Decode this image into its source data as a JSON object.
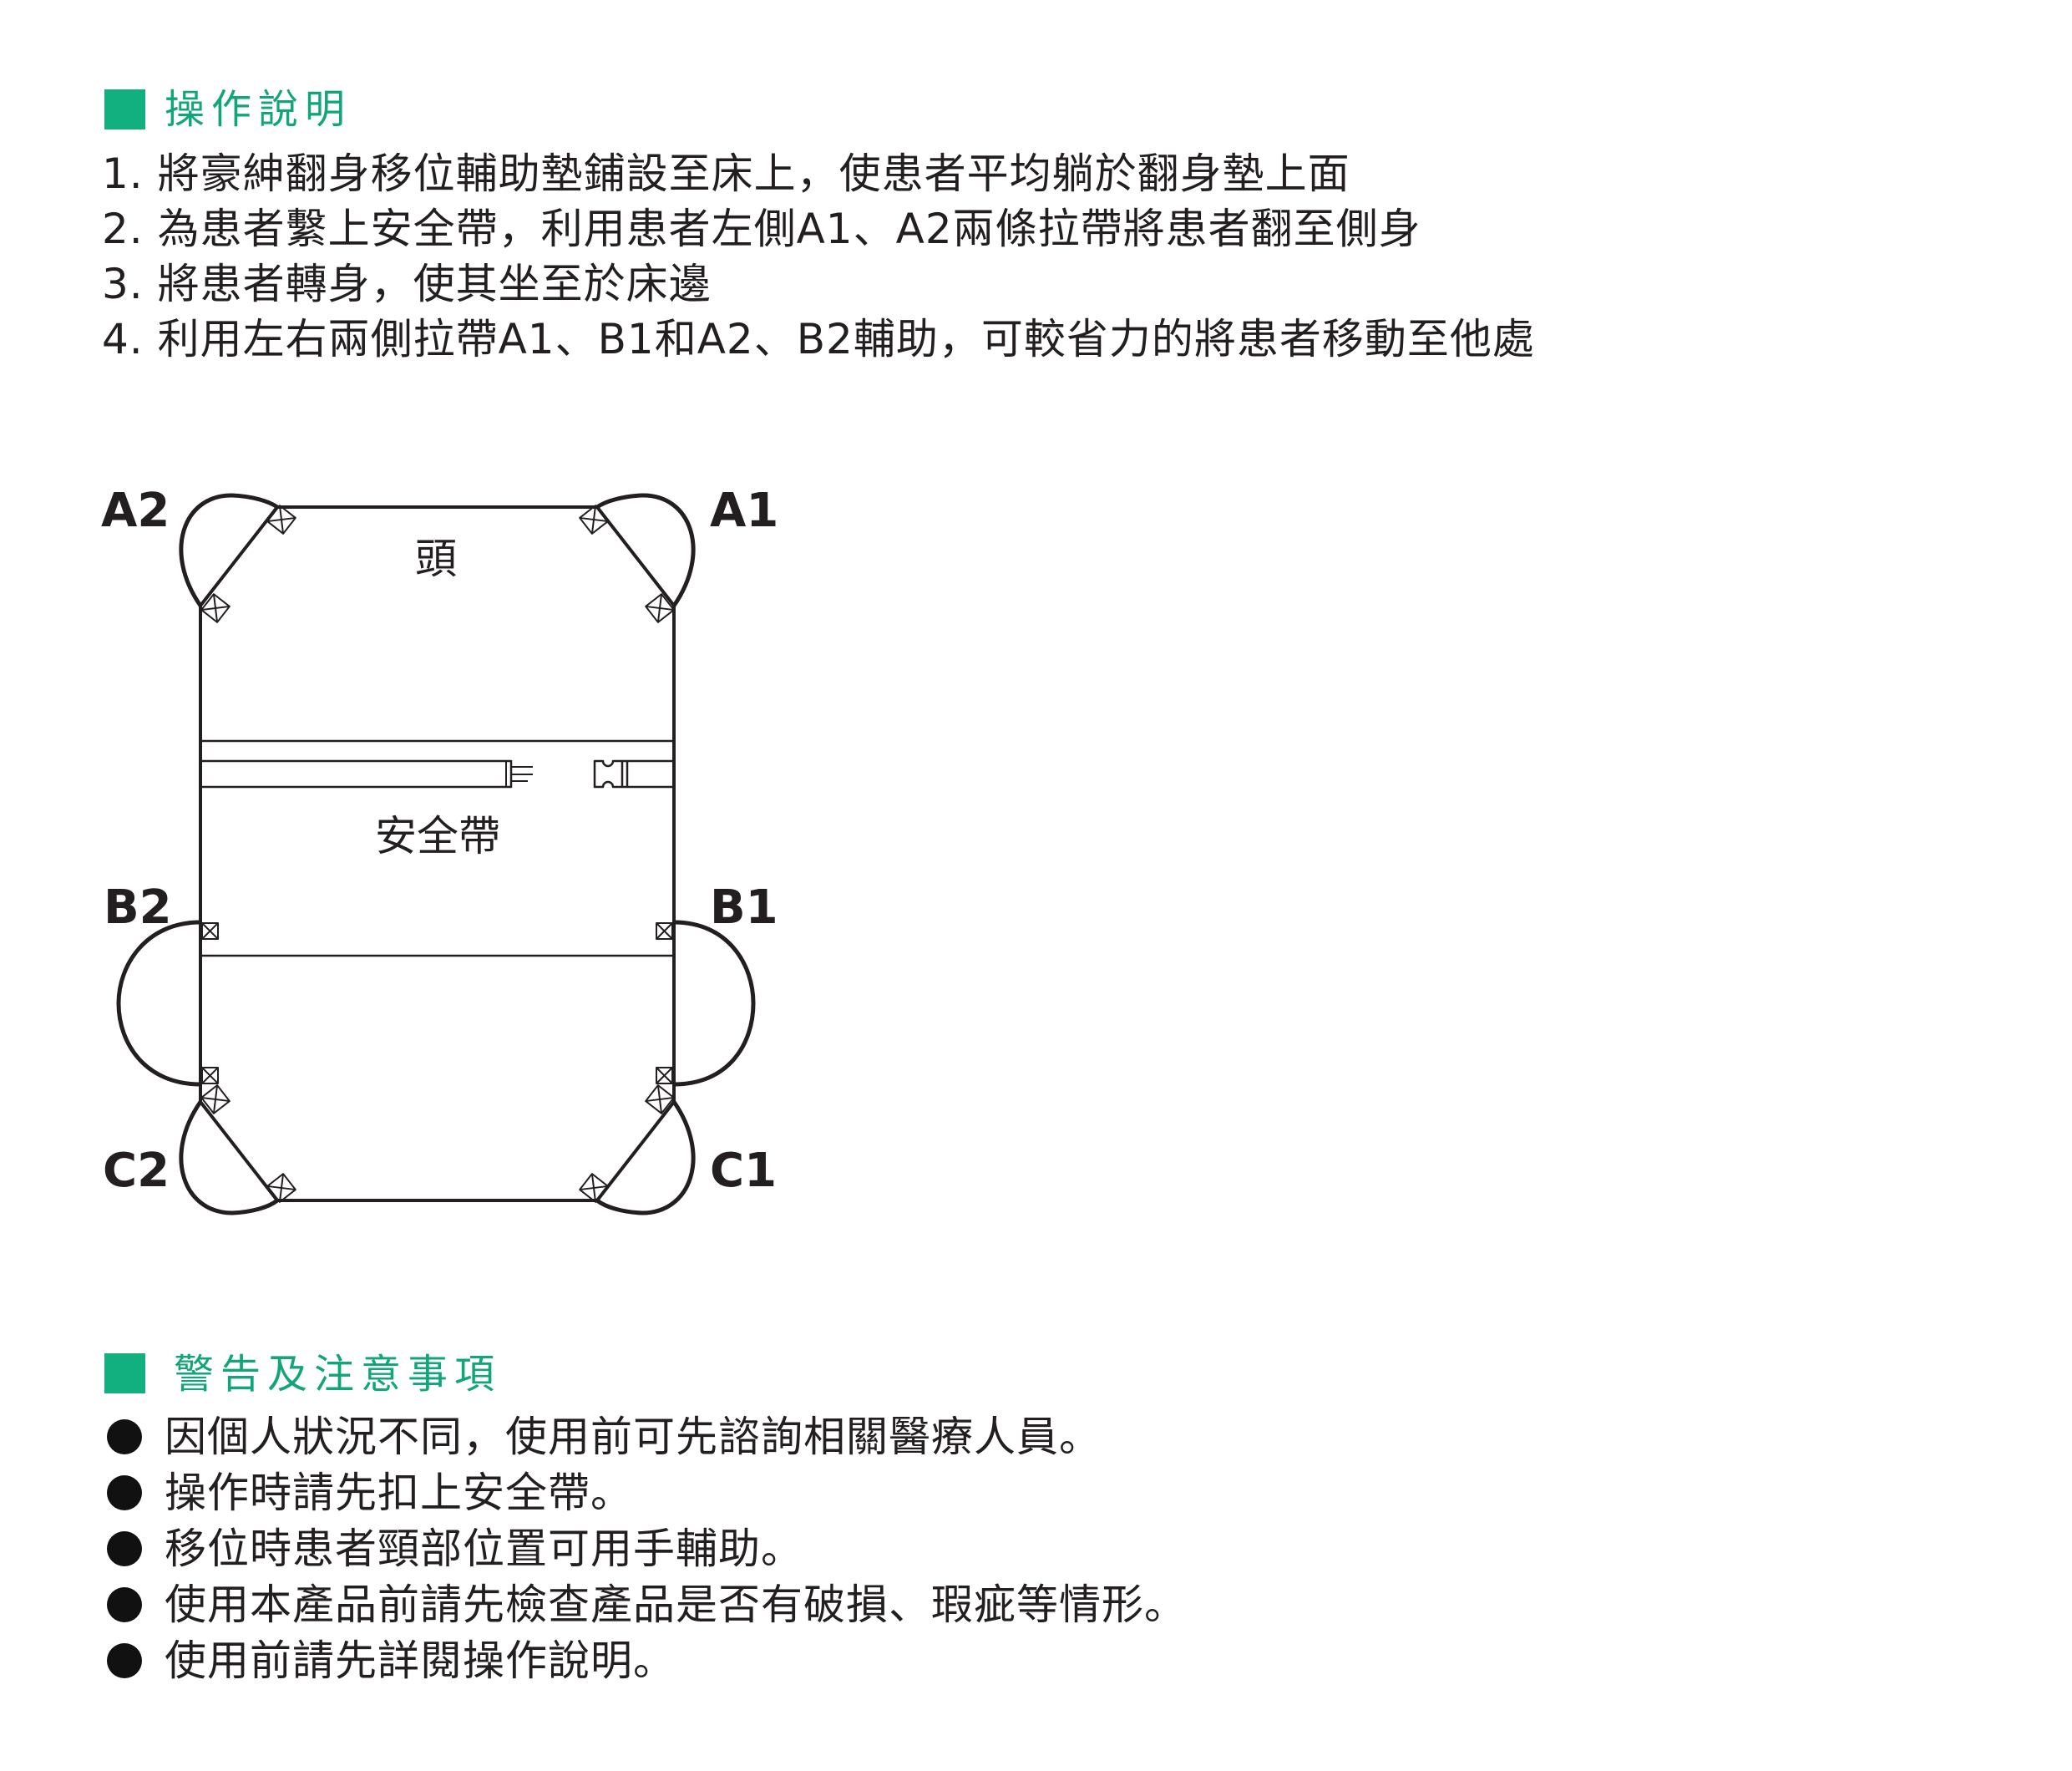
{
  "instructions": {
    "title": "操作說明",
    "steps": [
      "1. 將豪紳翻身移位輔助墊鋪設至床上，使患者平均躺於翻身墊上面",
      "2. 為患者繫上安全帶，利用患者左側A1、A2兩條拉帶將患者翻至側身",
      "3. 將患者轉身，使其坐至於床邊",
      "4. 利用左右兩側拉帶A1、B1和A2、B2輔助，可較省力的將患者移動至他處"
    ]
  },
  "diagram": {
    "head_label": "頭",
    "belt_label": "安全帶",
    "handles": {
      "A1": "A1",
      "A2": "A2",
      "B1": "B1",
      "B2": "B2",
      "C1": "C1",
      "C2": "C2"
    }
  },
  "warnings": {
    "title": "警告及注意事項",
    "items": [
      "因個人狀況不同，使用前可先諮詢相關醫療人員。",
      "操作時請先扣上安全帶。",
      "移位時患者頸部位置可用手輔助。",
      "使用本產品前請先檢查產品是否有破損、瑕疵等情形。",
      "使用前請先詳閱操作說明。"
    ]
  },
  "colors": {
    "accent_green": "#12b07f",
    "text": "#231f20"
  }
}
